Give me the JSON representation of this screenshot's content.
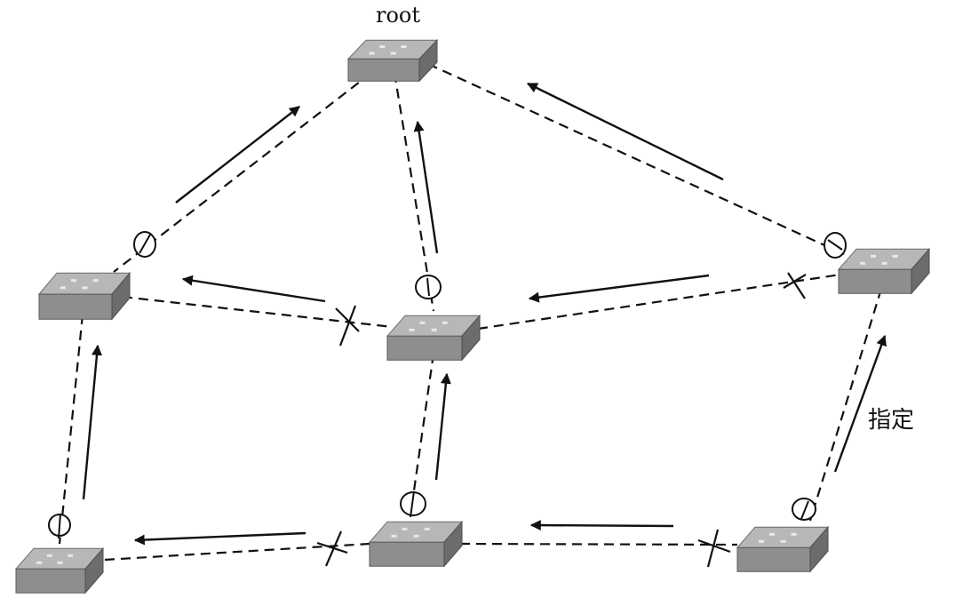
{
  "labels": {
    "root": "root",
    "designated": "指定"
  },
  "nodes": [
    {
      "id": "root"
    },
    {
      "id": "left-mid"
    },
    {
      "id": "center-mid"
    },
    {
      "id": "right-mid"
    },
    {
      "id": "left-bottom"
    },
    {
      "id": "center-bottom"
    },
    {
      "id": "right-bottom"
    }
  ],
  "links": [
    {
      "from": "root",
      "to": "left-mid"
    },
    {
      "from": "root",
      "to": "center-mid"
    },
    {
      "from": "root",
      "to": "right-mid"
    },
    {
      "from": "left-mid",
      "to": "center-mid"
    },
    {
      "from": "center-mid",
      "to": "right-mid"
    },
    {
      "from": "left-mid",
      "to": "left-bottom"
    },
    {
      "from": "center-mid",
      "to": "center-bottom"
    },
    {
      "from": "right-mid",
      "to": "right-bottom"
    },
    {
      "from": "left-bottom",
      "to": "center-bottom"
    },
    {
      "from": "center-bottom",
      "to": "right-bottom"
    }
  ]
}
